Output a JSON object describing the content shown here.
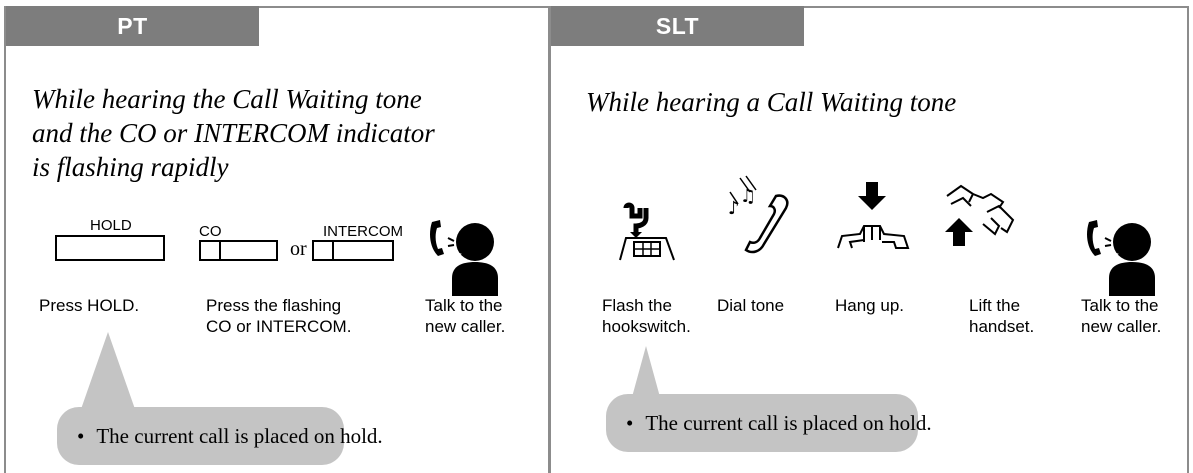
{
  "pt": {
    "tab": "PT",
    "heading": [
      "While hearing the Call Waiting tone",
      "and the CO or INTERCOM indicator",
      "is flashing rapidly"
    ],
    "keys": {
      "hold": "HOLD",
      "co": "CO",
      "or": "or",
      "intercom": "INTERCOM"
    },
    "steps": {
      "press_hold": "Press HOLD.",
      "press_flashing": [
        "Press the flashing",
        "CO or INTERCOM."
      ],
      "talk": [
        "Talk to the",
        "new caller."
      ]
    },
    "note": {
      "bullet": "•",
      "text": "The current call is placed on hold."
    }
  },
  "slt": {
    "tab": "SLT",
    "heading": "While hearing a Call Waiting tone",
    "steps": {
      "flash": [
        "Flash the",
        "hookswitch."
      ],
      "dial_tone": "Dial tone",
      "hang_up": "Hang up.",
      "lift": [
        "Lift the",
        "handset."
      ],
      "talk": [
        "Talk to the",
        "new caller."
      ]
    },
    "note": {
      "bullet": "•",
      "text": "The current call is placed on hold."
    }
  },
  "icons": [
    "talk-to-caller-icon",
    "hookswitch-icon",
    "dial-tone-icon",
    "hang-up-icon",
    "lift-handset-icon"
  ],
  "colors": {
    "tab_bg": "#7d7d7d",
    "note_bg": "#c4c4c4",
    "border": "#8c8c8c"
  }
}
